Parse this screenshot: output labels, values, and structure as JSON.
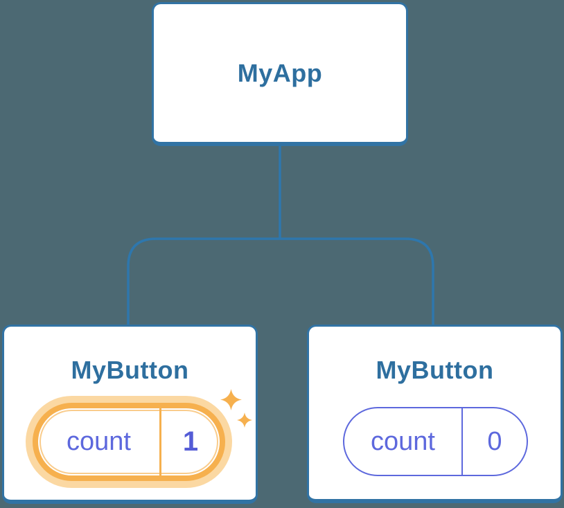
{
  "diagram": {
    "type": "component-tree",
    "background_color": "#4c6973",
    "line_color": "#2e77ad",
    "node_border_color": "#3173a4",
    "node_text_color": "#2e6f9f",
    "highlight_color": "#f6b04e",
    "highlight_halo_color": "#fbd8a2",
    "state_color": "#5d68dd",
    "root_node": {
      "label": "MyApp"
    },
    "child_nodes": [
      {
        "label": "MyButton",
        "state": {
          "key": "count",
          "value": "1"
        },
        "highlighted": true
      },
      {
        "label": "MyButton",
        "state": {
          "key": "count",
          "value": "0"
        },
        "highlighted": false
      }
    ],
    "icons": [
      {
        "name": "sparkle-icon",
        "color": "#f6b04e"
      }
    ]
  }
}
